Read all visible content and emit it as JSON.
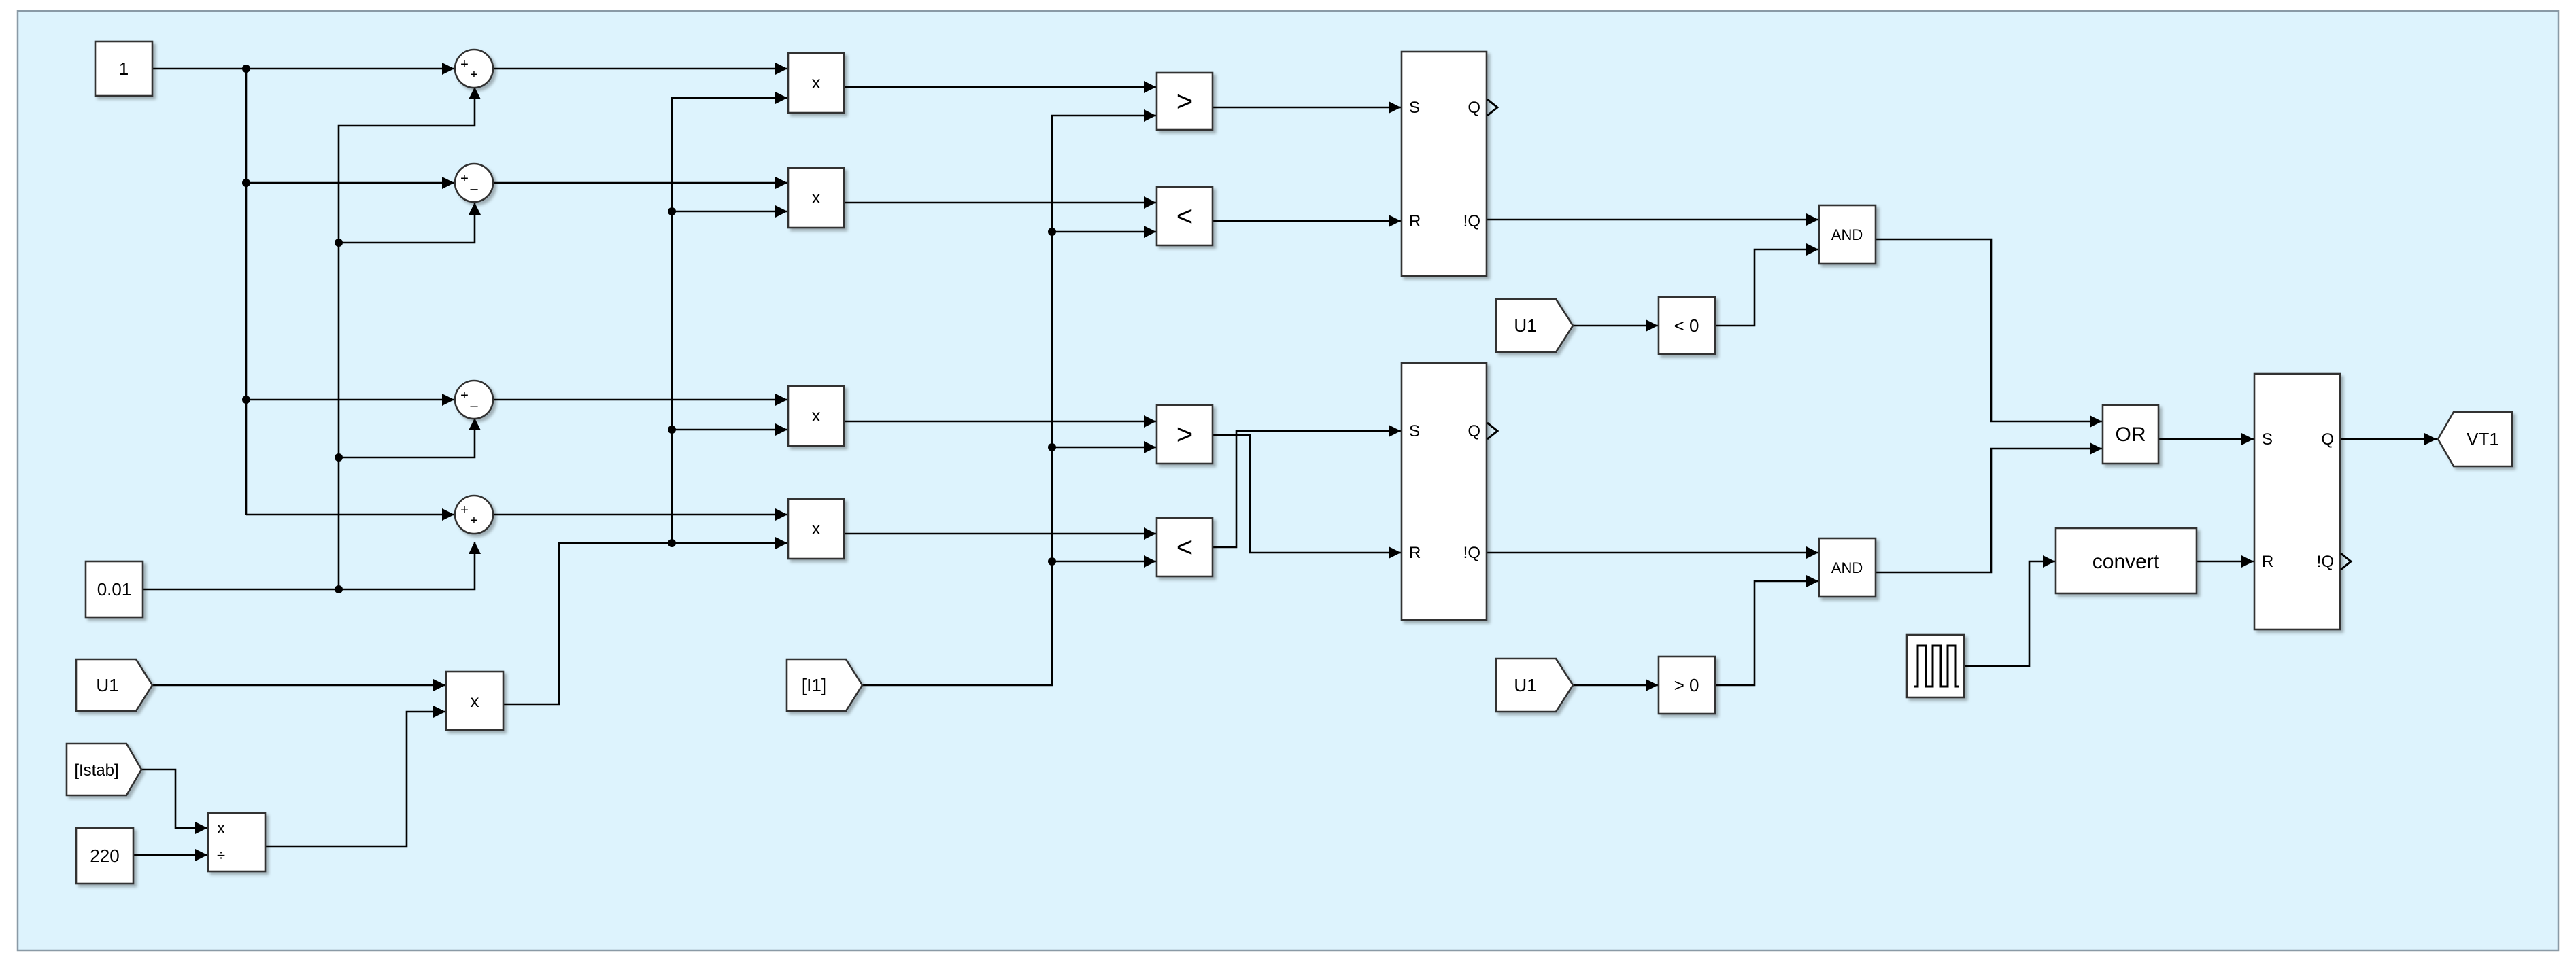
{
  "diagram": {
    "background": "#ddf3fd",
    "border": "#8a9aa6",
    "constants": {
      "one": "1",
      "small": "0.01",
      "v220": "220"
    },
    "sources": {
      "u1_left": "U1",
      "istab": "[Istab]",
      "i1": "[I1]",
      "u1_top": "U1",
      "u1_bottom": "U1"
    },
    "goto": {
      "vt1": "VT1"
    },
    "sum_signs": {
      "sum1": [
        "+",
        "+"
      ],
      "sum2": [
        "+",
        "–"
      ],
      "sum3": [
        "+",
        "–"
      ],
      "sum4": [
        "+",
        "+"
      ]
    },
    "product_label": "x",
    "divide_labels": [
      "x",
      "÷"
    ],
    "relational": {
      "gt": ">",
      "lt": "<"
    },
    "compare": {
      "lt0": "< 0",
      "gt0": "> 0"
    },
    "logic": {
      "and": "AND",
      "or": "OR"
    },
    "convert": "convert",
    "flipflop_ports": {
      "s": "S",
      "r": "R",
      "q": "Q",
      "nq": "!Q"
    }
  }
}
